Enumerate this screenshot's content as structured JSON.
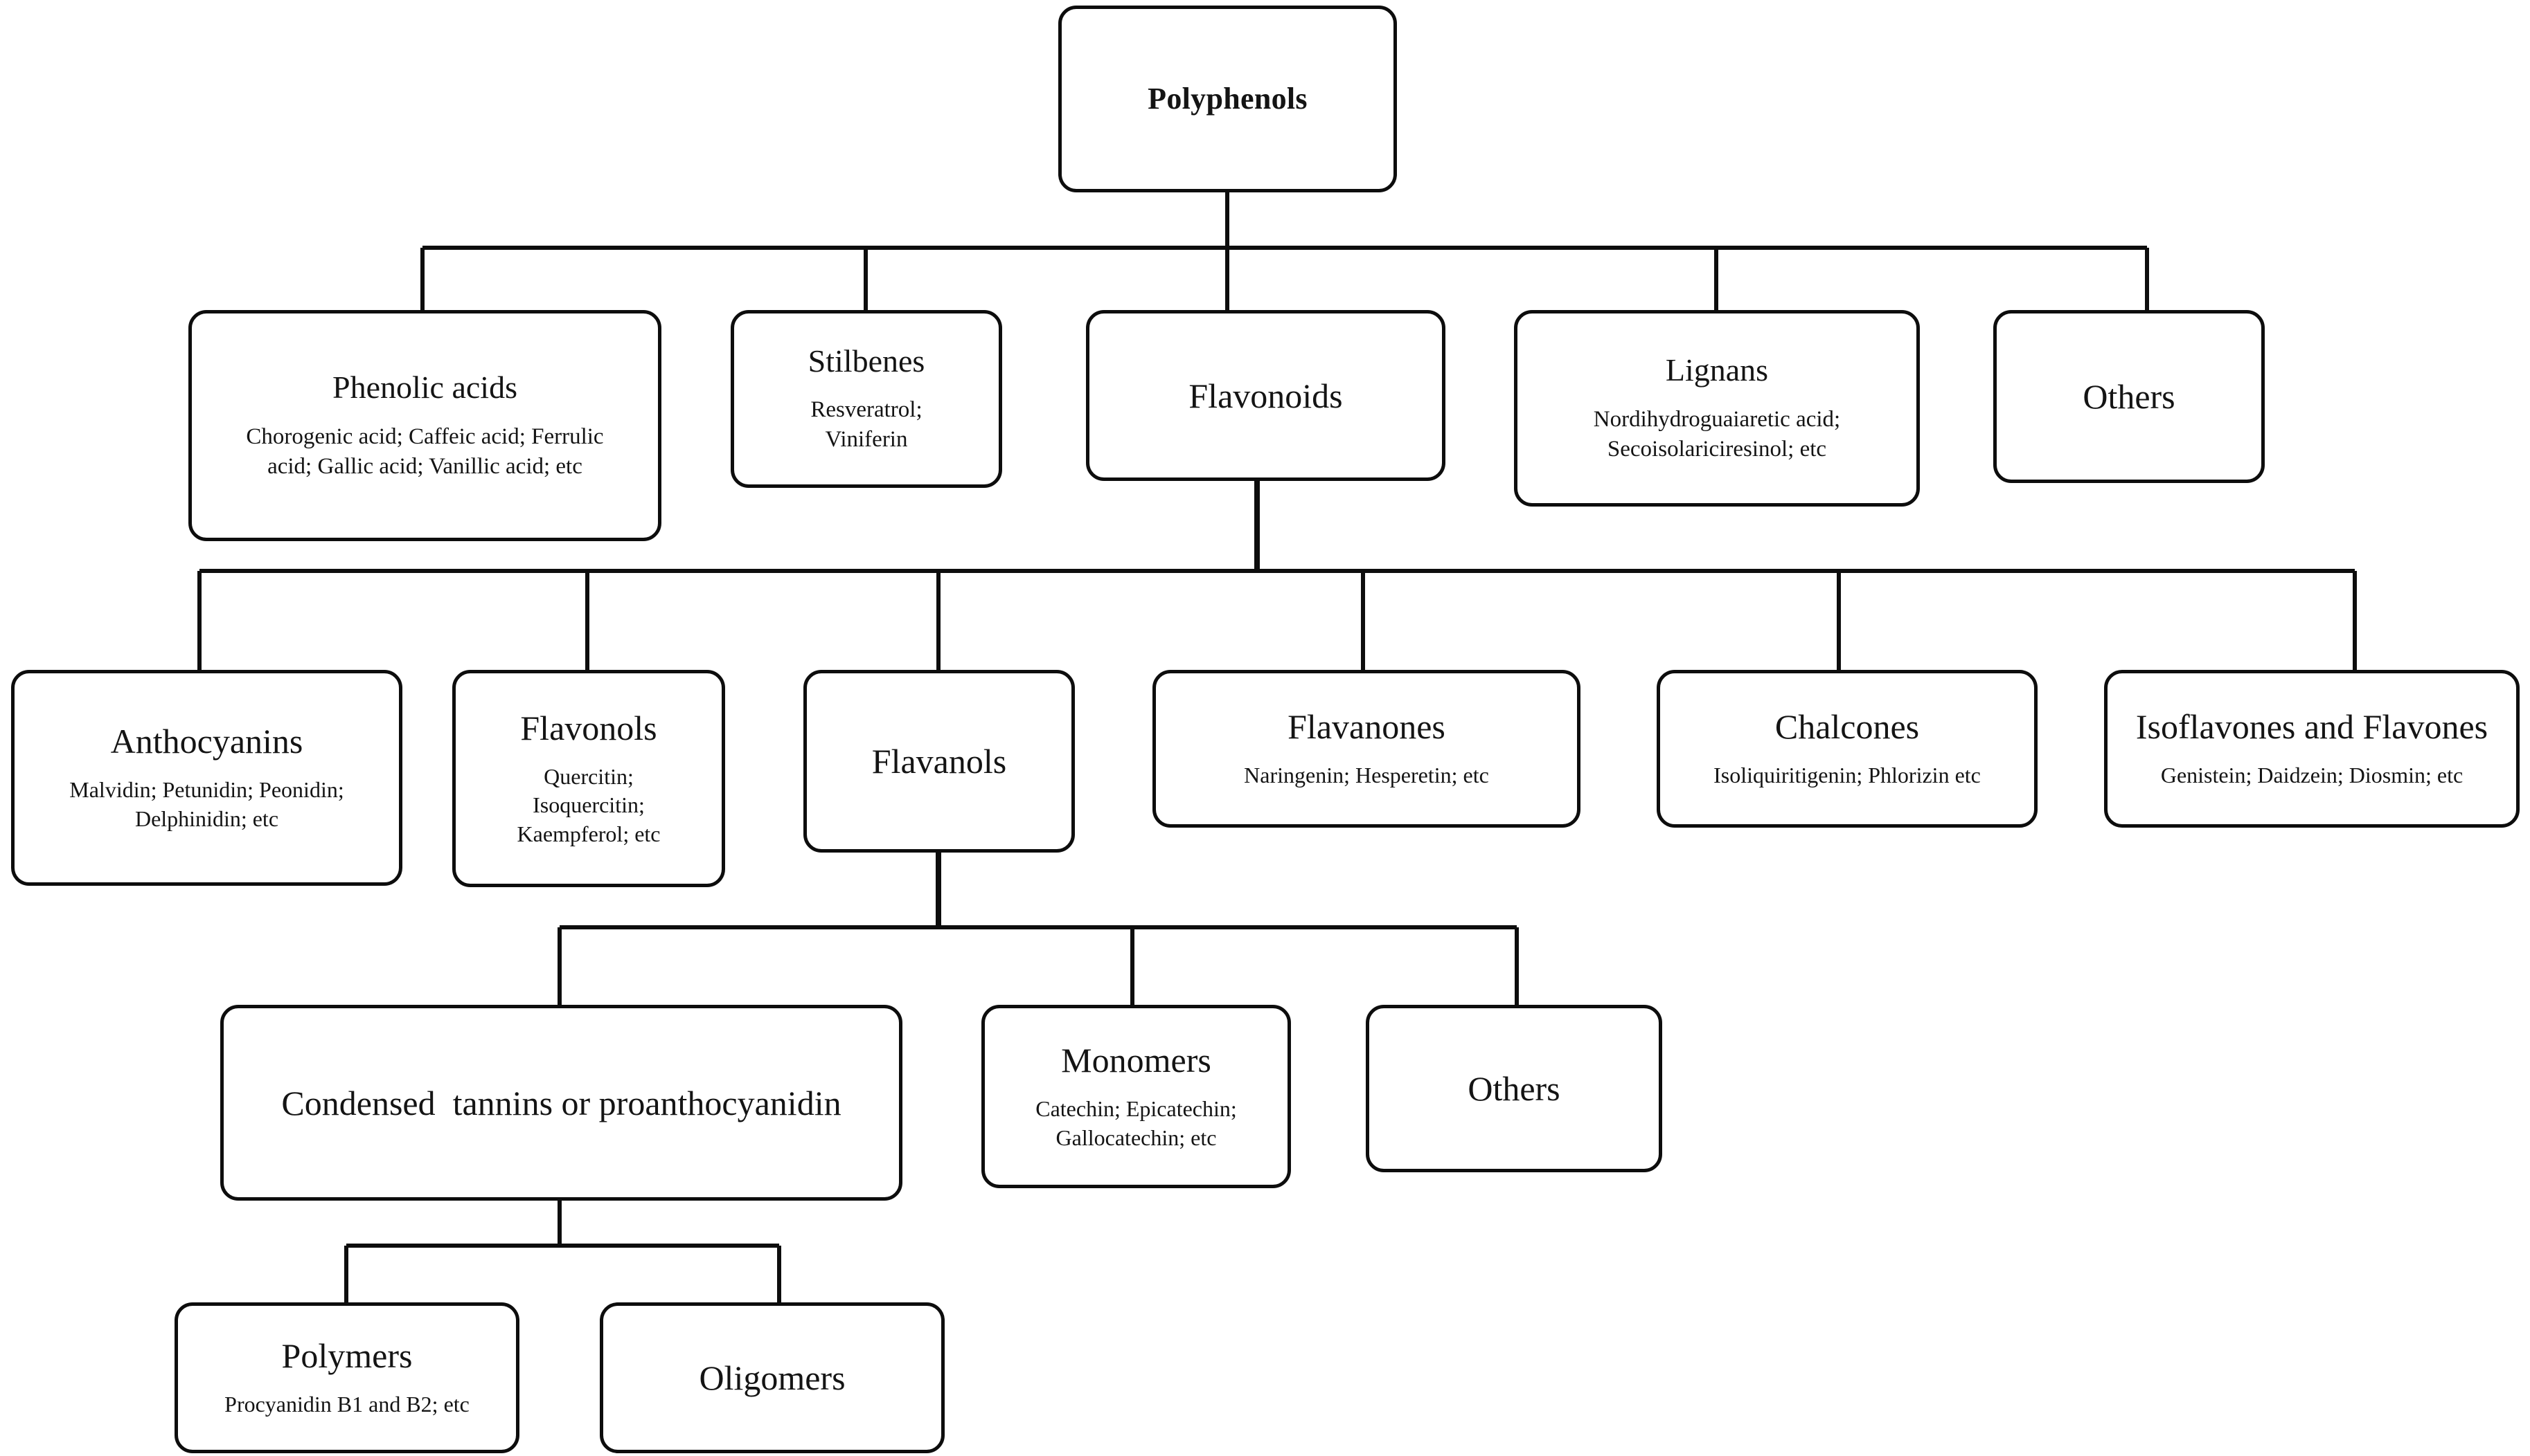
{
  "diagram": {
    "title": "Polyphenols classification tree",
    "line_color": "#0d0d0d",
    "text_color": "#141414",
    "background": "#ffffff"
  },
  "nodes": {
    "polyphenols": {
      "title": "Polyphenols",
      "sub": ""
    },
    "phenolic_acids": {
      "title": "Phenolic acids",
      "sub": "Chorogenic acid; Caffeic acid; Ferrulic\nacid; Gallic acid; Vanillic acid; etc"
    },
    "stilbenes": {
      "title": "Stilbenes",
      "sub": "Resveratrol;\nViniferin"
    },
    "flavonoids": {
      "title": "Flavonoids",
      "sub": ""
    },
    "lignans": {
      "title": "Lignans",
      "sub": "Nordihydroguaiaretic acid;\nSecoisolariciresinol; etc"
    },
    "others_top": {
      "title": "Others",
      "sub": ""
    },
    "anthocyanins": {
      "title": "Anthocyanins",
      "sub": "Malvidin; Petunidin; Peonidin;\nDelphinidin; etc"
    },
    "flavonols": {
      "title": "Flavonols",
      "sub": "Quercitin;\nIsoquercitin;\nKaempferol; etc"
    },
    "flavanols": {
      "title": "Flavanols",
      "sub": ""
    },
    "flavanones": {
      "title": "Flavanones",
      "sub": "Naringenin; Hesperetin;  etc"
    },
    "chalcones": {
      "title": "Chalcones",
      "sub": "Isoliquiritigenin; Phlorizin etc"
    },
    "isoflavones": {
      "title": "Isoflavones and Flavones",
      "sub": "Genistein; Daidzein; Diosmin; etc"
    },
    "condensed": {
      "title": "Condensed  tannins or proanthocyanidin",
      "sub": ""
    },
    "monomers": {
      "title": "Monomers",
      "sub": "Catechin; Epicatechin;\nGallocatechin; etc"
    },
    "others_flav": {
      "title": "Others",
      "sub": ""
    },
    "polymers": {
      "title": "Polymers",
      "sub": "Procyanidin B1 and B2; etc"
    },
    "oligomers": {
      "title": "Oligomers",
      "sub": ""
    }
  }
}
